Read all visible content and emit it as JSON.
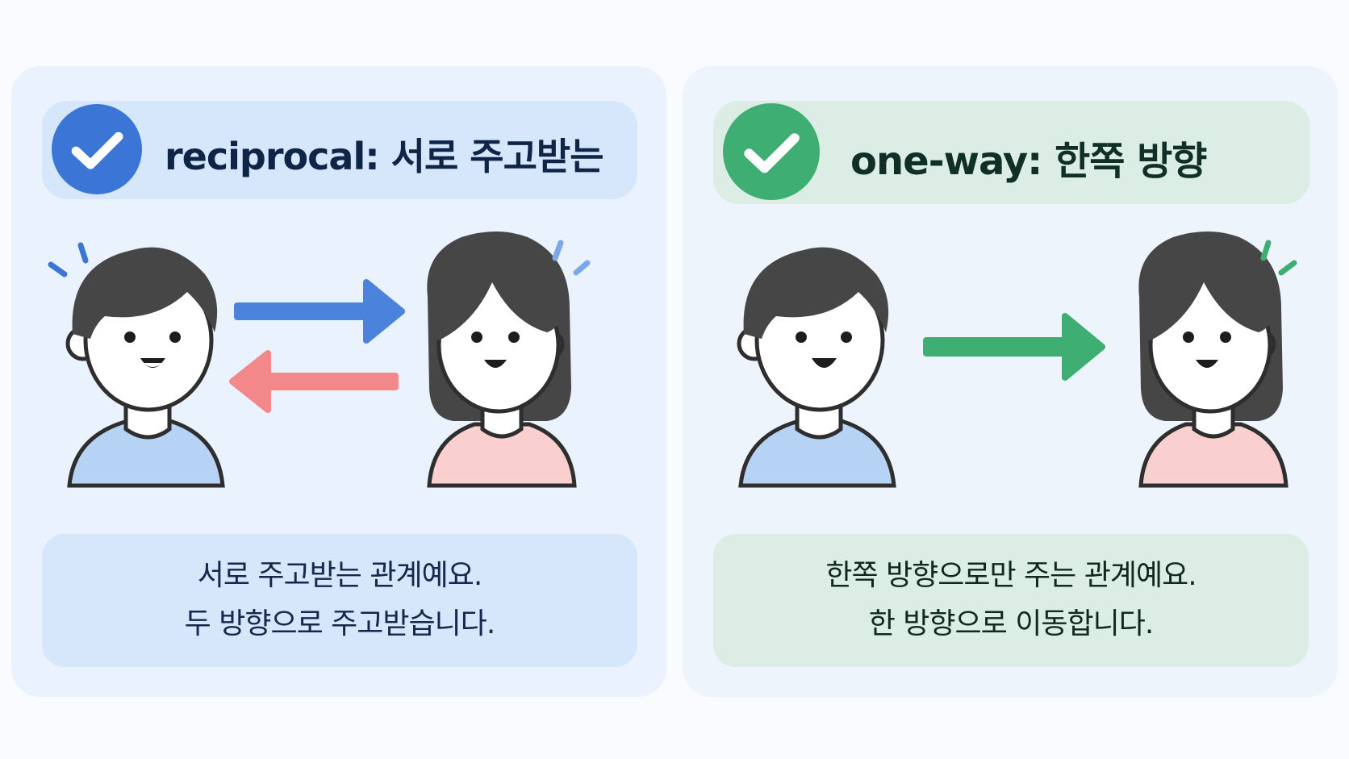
{
  "panels": [
    {
      "title": "reciprocal: 서로 주고받는",
      "caption_line1": "서로 주고받는 관계예요.",
      "caption_line2": "두 방향으로 주고받습니다.",
      "accent": "#3b76d6",
      "icons": [
        "check-icon",
        "boy",
        "girl",
        "arrow-right",
        "arrow-left"
      ]
    },
    {
      "title": "one-way: 한쪽 방향",
      "caption_line1": "한쪽 방향으로만 주는 관계예요.",
      "caption_line2": "한 방향으로 이동합니다.",
      "accent": "#3fae73",
      "icons": [
        "check-icon",
        "boy",
        "girl",
        "arrow-right"
      ]
    }
  ],
  "colors": {
    "blue_arrow": "#4a82dc",
    "red_arrow": "#f2888a",
    "green_arrow": "#3fae73",
    "shirt_blue": "#b6d2f5",
    "shirt_pink": "#f9cfcf",
    "hair": "#464646"
  }
}
